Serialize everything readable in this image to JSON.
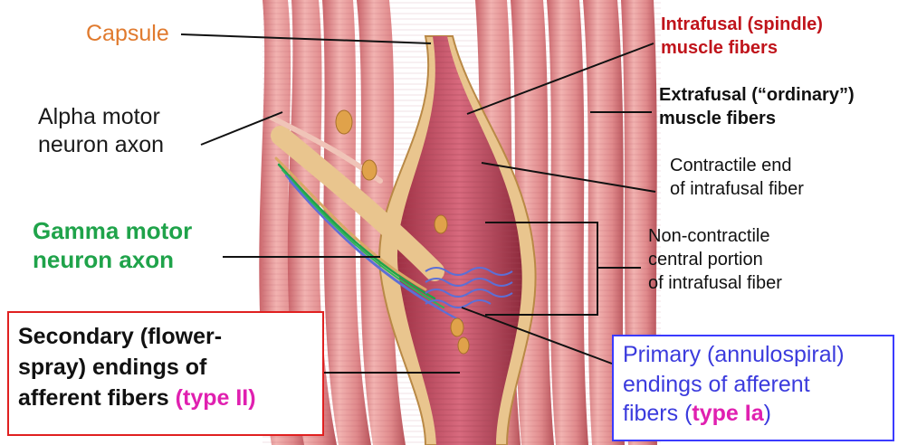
{
  "labels": {
    "capsule": "Capsule",
    "alpha": [
      "Alpha motor",
      "neuron axon"
    ],
    "gamma": [
      "Gamma motor",
      "neuron axon"
    ],
    "intrafusal": [
      "Intrafusal (spindle)",
      "muscle fibers"
    ],
    "extrafusal": [
      "Extrafusal (“ordinary”)",
      "muscle fibers"
    ],
    "contractile": [
      "Contractile end",
      "of intrafusal fiber"
    ],
    "noncontractile": [
      "Non-contractile",
      "central portion",
      "of intrafusal fiber"
    ],
    "secondary": {
      "line1": "Secondary (flower-",
      "line2": "spray) endings of",
      "line3_prefix": "afferent fibers ",
      "line3_tag": "(type II)"
    },
    "primary": {
      "line1": "Primary (annulospiral)",
      "line2": "endings of afferent",
      "line3_prefix": "fibers (",
      "line3_tag": "type Ia",
      "line3_suffix": ")"
    }
  },
  "colors": {
    "capsule": "#e07a2e",
    "gamma": "#1fa34a",
    "intrafusal": "#c0141b",
    "type_tag": "#e020b0",
    "primary_text": "#3b3bdd",
    "primary_box": "#3b3bff",
    "secondary_box": "#e02020"
  }
}
